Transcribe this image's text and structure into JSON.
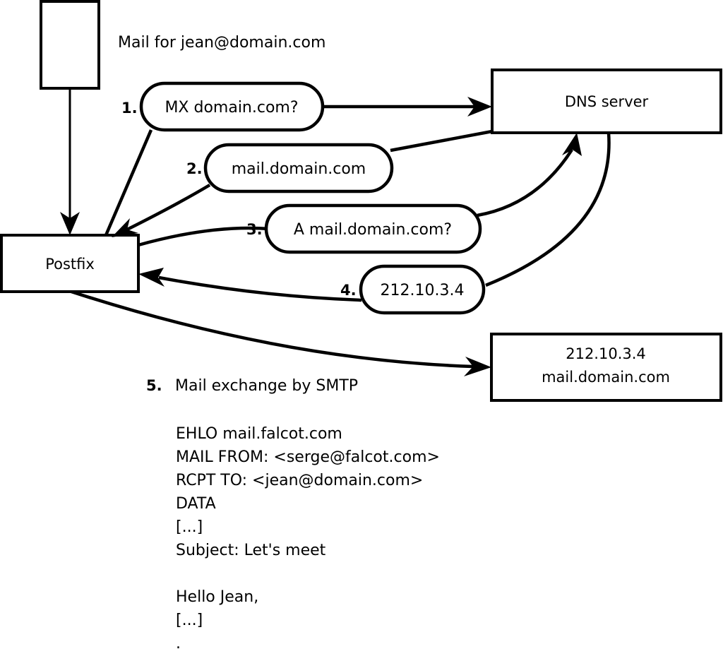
{
  "diagram": {
    "title_caption": "Mail for jean@domain.com",
    "nodes": {
      "client": {
        "label": ""
      },
      "postfix": {
        "label": "Postfix"
      },
      "dns_server": {
        "label": "DNS server"
      },
      "mail_server": {
        "line1": "212.10.3.4",
        "line2": "mail.domain.com"
      }
    },
    "steps": [
      {
        "number": "1.",
        "label": "MX domain.com?"
      },
      {
        "number": "2.",
        "label": "mail.domain.com"
      },
      {
        "number": "3.",
        "label": "A mail.domain.com?"
      },
      {
        "number": "4.",
        "label": "212.10.3.4"
      }
    ],
    "step5": {
      "number": "5.",
      "label": "Mail exchange by SMTP"
    },
    "transcript": [
      "EHLO mail.falcot.com",
      "MAIL FROM: <serge@falcot.com>",
      "RCPT TO: <jean@domain.com>",
      "DATA",
      "[...]",
      "Subject: Let's meet",
      "",
      "Hello Jean,",
      "[...]",
      "."
    ],
    "colors": {
      "stroke": "#000000",
      "fill": "#ffffff",
      "background": "#ffffff"
    }
  }
}
